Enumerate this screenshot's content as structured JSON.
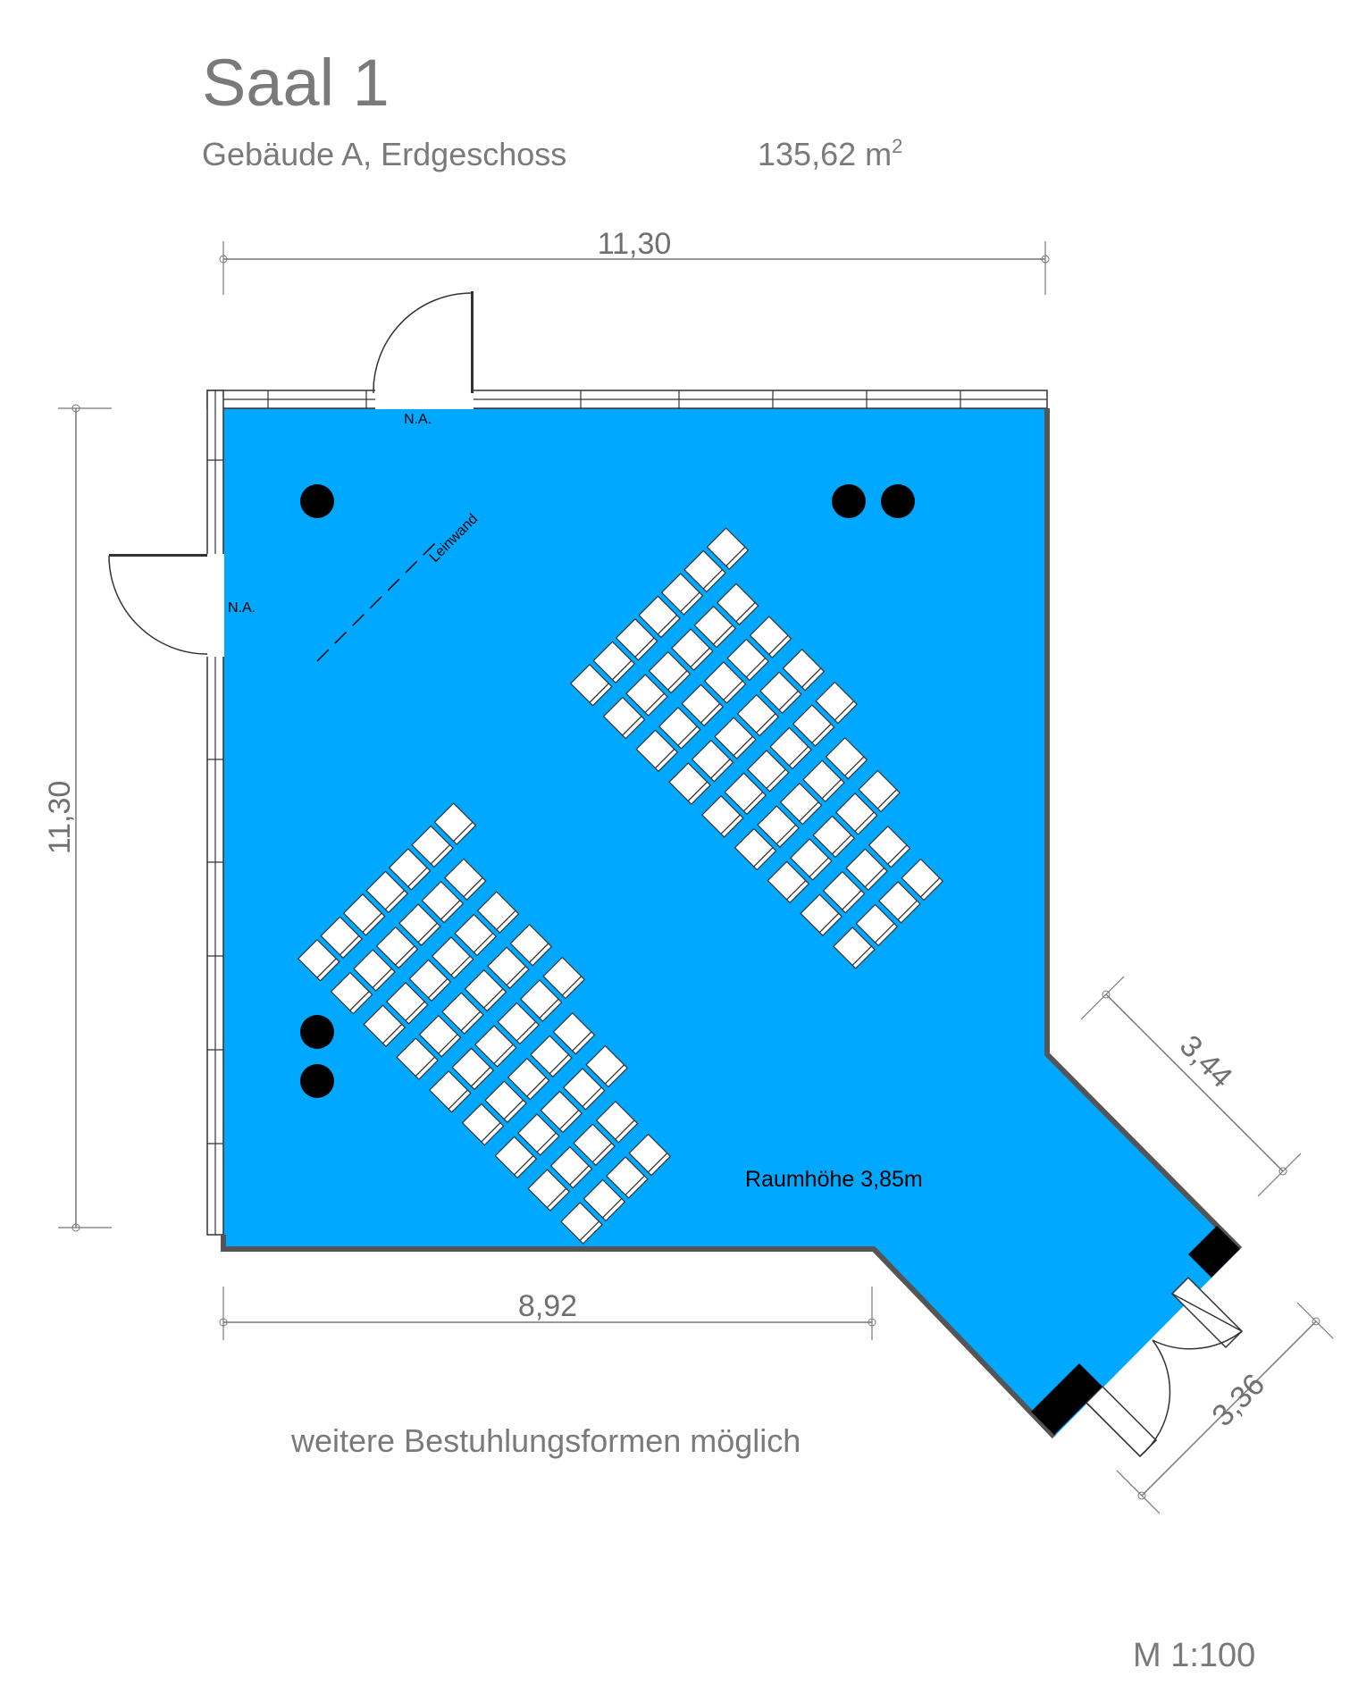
{
  "title": "Saal 1",
  "building": "Gebäude A, Erdgeschoss",
  "area": {
    "value": "135,62 m",
    "superscript": "2"
  },
  "dimensions": {
    "top_width": "11,30",
    "left_height": "11,30",
    "bottom_width": "8,92",
    "diagonal_upper": "3,44",
    "diagonal_lower": "3,36"
  },
  "labels": {
    "door_top": "N.A.",
    "door_left": "N.A.",
    "screen": "Leinwand",
    "room_height": "Raumhöhe 3,85m"
  },
  "footer": {
    "note": "weitere Bestuhlungsformen möglich",
    "scale": "M 1:100"
  },
  "seating": {
    "upper_block": {
      "rows": 9,
      "seats_per_row": [
        7,
        6,
        6,
        6,
        6,
        5,
        5,
        4,
        4
      ]
    },
    "lower_block": {
      "rows": 9,
      "seats_per_row": [
        7,
        6,
        6,
        6,
        6,
        5,
        5,
        4,
        4
      ]
    }
  },
  "colors": {
    "floor": "#00a8ff",
    "text": "#7a7a7a",
    "wall": "#555555",
    "column": "#000000"
  }
}
